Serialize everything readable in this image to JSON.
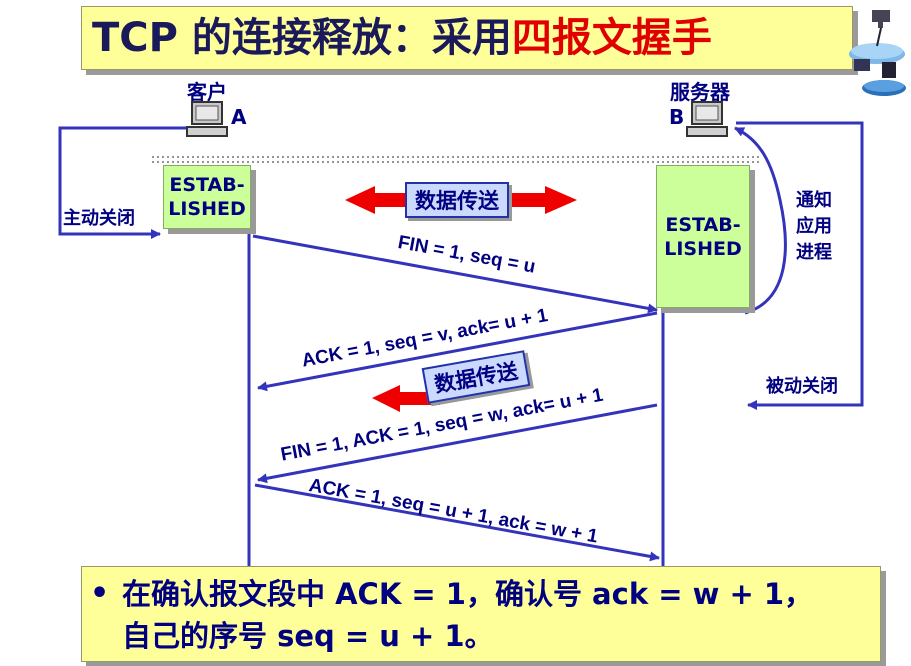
{
  "title": {
    "main": "TCP 的连接释放：采用",
    "highlight": "四报文握手"
  },
  "client": {
    "name": "客户",
    "id": "A"
  },
  "server": {
    "name": "服务器",
    "id": "B"
  },
  "client_state": {
    "line1": "ESTAB-",
    "line2": "LISHED"
  },
  "server_state": {
    "line1": "ESTAB-",
    "line2": "LISHED"
  },
  "labels": {
    "active_close": "主动关闭",
    "notify_app": [
      "通知",
      "应用",
      "进程"
    ],
    "passive_close": "被动关闭",
    "data_transfer_1": "数据传送",
    "data_transfer_2": "数据传送"
  },
  "messages": [
    "FIN = 1, seq = u",
    "ACK = 1, seq = v, ack= u + 1",
    "FIN = 1, ACK = 1, seq = w, ack= u + 1",
    "ACK = 1, seq = u + 1, ack = w + 1"
  ],
  "note": {
    "bullet": "•",
    "line1": "在确认报文段中 ACK = 1，确认号 ack = w + 1，",
    "line2": "自己的序号 seq = u + 1。"
  },
  "colors": {
    "line": "#3333bb",
    "arrow_red": "#ee0000",
    "title_highlight": "#e00000"
  }
}
